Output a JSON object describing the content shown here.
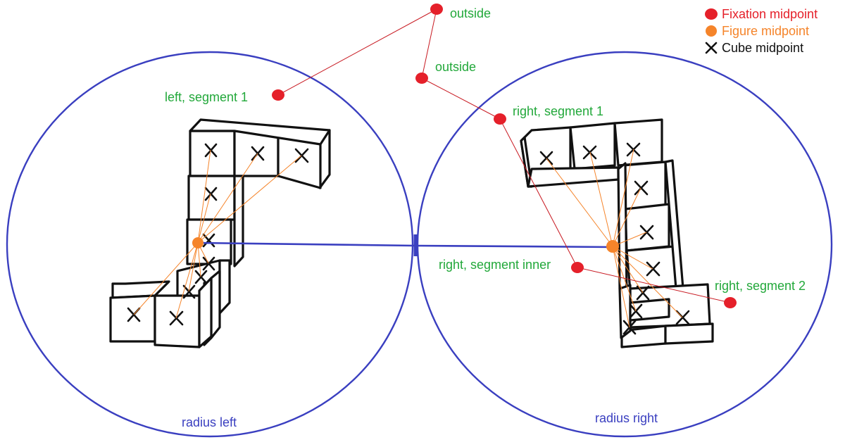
{
  "legend": {
    "fixation": "Fixation midpoint",
    "figure": "Figure midpoint",
    "cube": "Cube midpoint"
  },
  "labels": {
    "outside_top": "outside",
    "outside_mid": "outside",
    "left_segment_1": "left, segment 1",
    "right_segment_1": "right, segment 1",
    "right_segment_inner": "right, segment inner",
    "right_segment_2": "right, segment 2",
    "radius_left": "radius left",
    "radius_right": "radius right"
  },
  "colors": {
    "fixation": "#e5202a",
    "figure": "#f5842a",
    "circle": "#3a3fc0",
    "label": "#22a83a"
  }
}
